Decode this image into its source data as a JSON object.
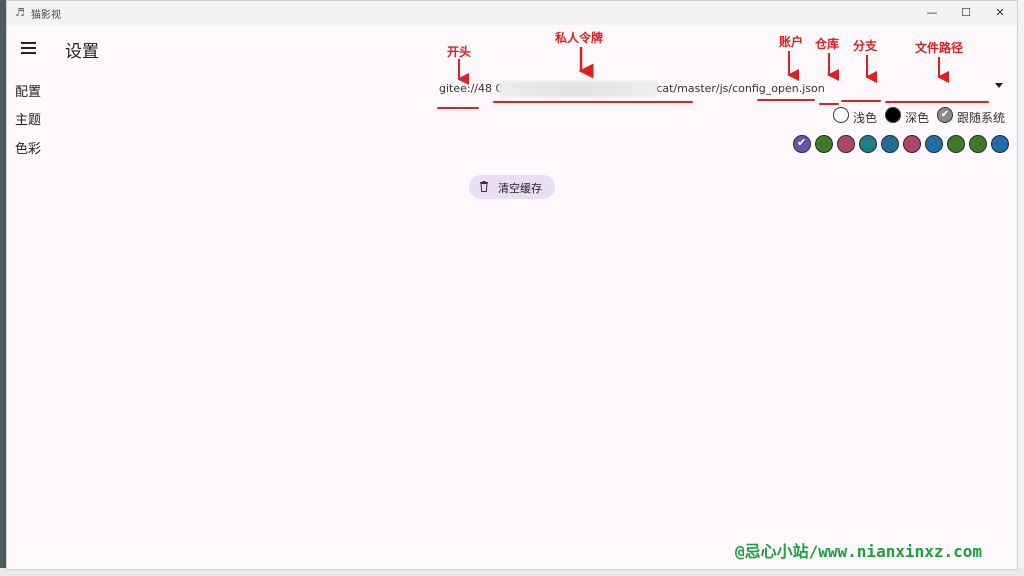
{
  "window": {
    "title": "猫影视",
    "minimize": "—",
    "maximize": "☐",
    "close": "✕"
  },
  "header": {
    "title": "设置"
  },
  "rows": {
    "config_label": "配置",
    "theme_label": "主题",
    "color_label": "色彩"
  },
  "config": {
    "value": "gitee://48                                        06d3@gitee.com/nianxinxz1/cat/master/js/config_open.json"
  },
  "theme": {
    "options": [
      {
        "label": "浅色",
        "selected": false
      },
      {
        "label": "深色",
        "selected": false
      },
      {
        "label": "跟随系统",
        "selected": true
      }
    ]
  },
  "colors": {
    "swatches": [
      "#6b54a8",
      "#3d7a2a",
      "#b0466a",
      "#1b7f86",
      "#1f6d95",
      "#b0466a",
      "#1f6ea8",
      "#3d7a2a",
      "#3d7a2a",
      "#1f6ea8"
    ],
    "selected_index": 0
  },
  "actions": {
    "clear_cache": "清空缓存"
  },
  "annotations": {
    "prefix": "开头",
    "token": "私人令牌",
    "account": "账户",
    "repo": "仓库",
    "branch": "分支",
    "filepath": "文件路径"
  },
  "watermark": "@忌心小站/www.nianxinxz.com"
}
